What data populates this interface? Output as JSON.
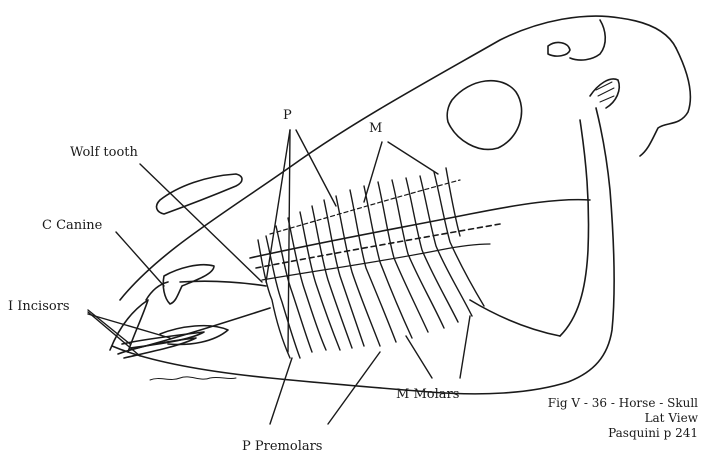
{
  "labels": {
    "p_top": "P",
    "m_top": "M",
    "wolf_tooth": "Wolf tooth",
    "canine": "C  Canine",
    "incisors": "I  Incisors",
    "molars": "M  Molars",
    "premolars": "P  Premolars"
  },
  "caption": {
    "line1": "Fig V - 36 - Horse - Skull",
    "line2": "Lat View",
    "line3": "Pasquini p 241"
  },
  "colors": {
    "ink": "#1a1a1a",
    "background": "#ffffff"
  }
}
